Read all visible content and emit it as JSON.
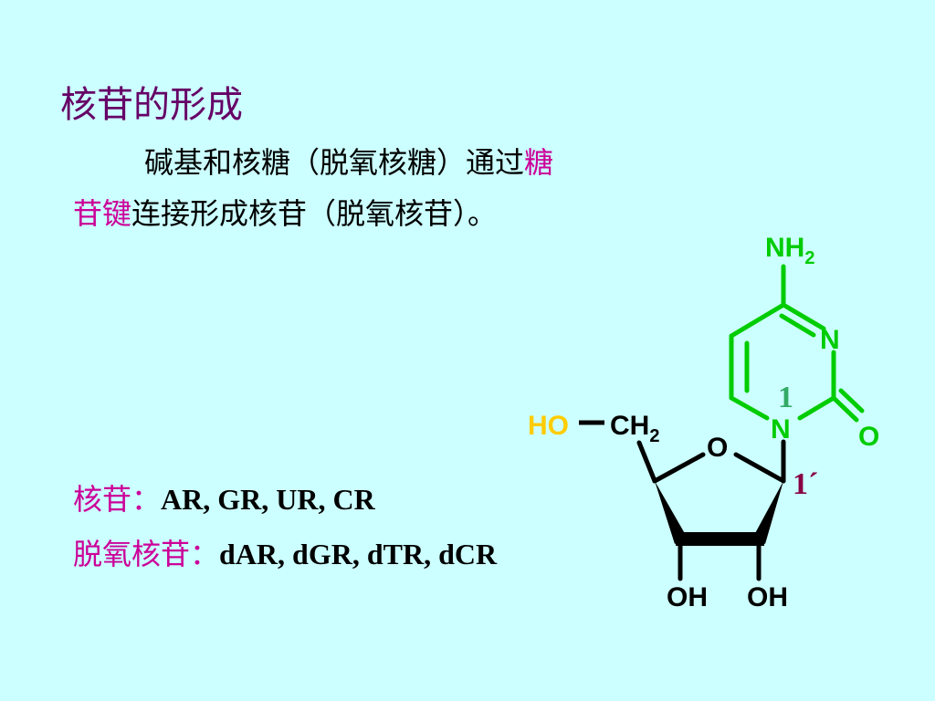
{
  "title": "核苷的形成",
  "paragraph": {
    "line1_prefix": "碱基和核糖（脱氧核糖）通过",
    "line1_highlight": "糖",
    "line2_highlight": "苷键",
    "line2_rest": "连接形成核苷（脱氧核苷）。"
  },
  "nucleosides": {
    "label": "核苷：",
    "codes": "AR, GR, UR, CR"
  },
  "deoxynucleosides": {
    "label": "脱氧核苷：",
    "codes": "dAR, dGR, dTR, dCR"
  },
  "structure": {
    "nh": "NH",
    "nh_sub": "2",
    "n_ring_top": "N",
    "n_ring_bottom": "N",
    "carbonyl_o": "O",
    "position_1": "1",
    "ho": "HO",
    "ch": "CH",
    "ch_sub": "2",
    "ring_o": "O",
    "position_1_prime": "1´",
    "oh_left": "OH",
    "oh_right": "OH"
  },
  "colors": {
    "background": "#ccffff",
    "title": "#660066",
    "highlight": "#cc0099",
    "base_green": "#00cc00",
    "ho_yellow": "#ffcc00",
    "number_1_green": "#33aa66",
    "number_1_prime": "#880044"
  }
}
